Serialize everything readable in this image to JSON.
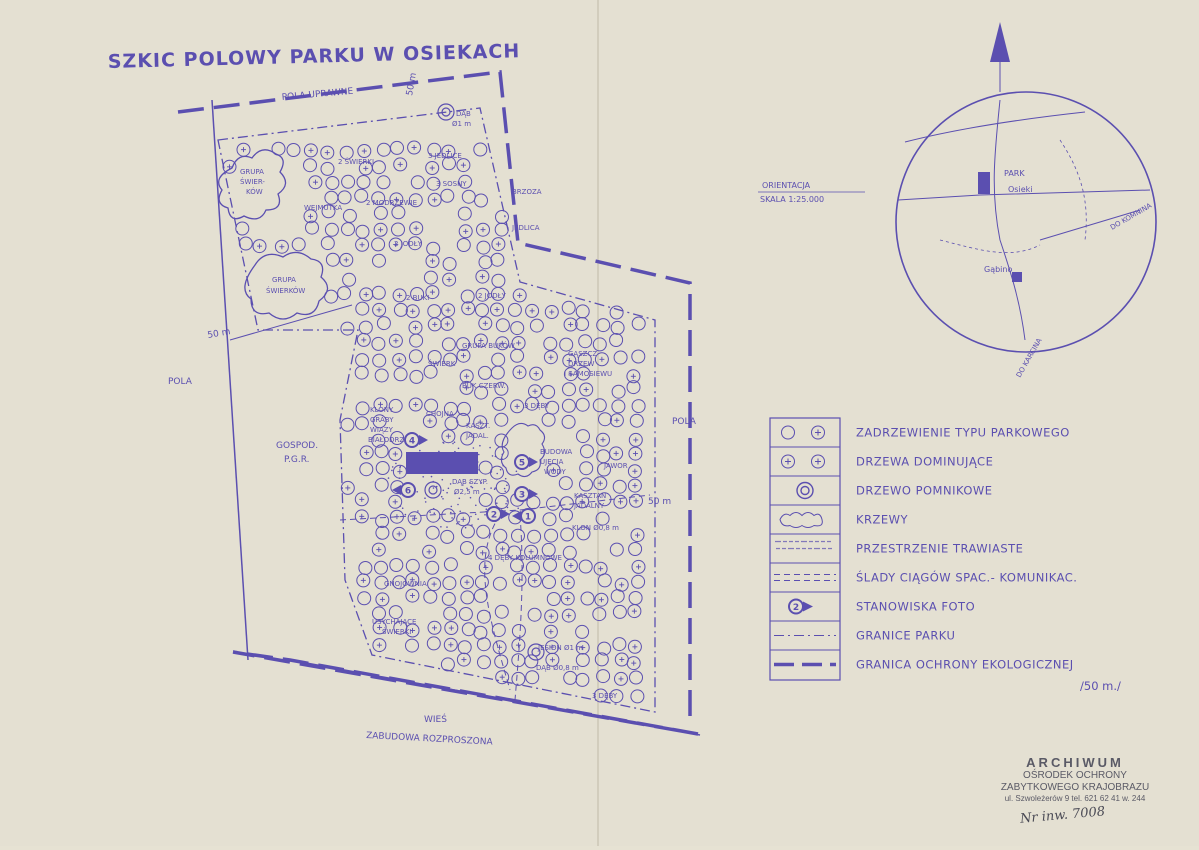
{
  "title": "SZKIC POLOWY PARKU W OSIEKACH",
  "colors": {
    "ink": "#5b4fb0",
    "paper": "#e4e0d2",
    "stamp": "#5a5a66"
  },
  "labels": {
    "pola_uprawne": "POLA UPRAWNE",
    "m50_top": "50 m",
    "m50_left": "50 m",
    "m50_right": "50 m",
    "pola_left": "POLA",
    "pola_right": "POLA",
    "gospod": "GOSPOD.",
    "pgr": "P.G.R.",
    "wies": "WIEŚ",
    "zabudowa": "ZABUDOWA ROZPROSZONA",
    "grupa_swierkow_1a": "GRUPA",
    "grupa_swierkow_1b": "ŚWIER-",
    "grupa_swierkow_1c": "KÓW",
    "grupa_swierkow_2a": "GRUPA",
    "grupa_swierkow_2b": "ŚWIERKÓW",
    "dab": "DĄB",
    "dab_size": "Ø1 m",
    "swierki2": "2 ŚWIERKI",
    "jedlice3": "3 JEDLICE",
    "sosny3": "3 SOSNY",
    "brzoza": "BRZOZA",
    "wejmutka": "WEJMUTKA",
    "modrzewie2": "2 MODRZEWIE",
    "jedlica": "JEDLICA",
    "jodly2a": "2 JODŁY",
    "buki2": "2 BUKI",
    "jodly2b": "2 JODŁY",
    "grupa_bukow": "GRUPA BUKÓW",
    "gaszcz1": "GĄSZCZ",
    "gaszcz2": "DRZEW",
    "gaszcz3": "I SAMOSIEWU",
    "swierk": "ŚWIERK",
    "buk_czerw": "BUK CZERW.",
    "deby3a": "3 DĘBY",
    "klony1": "KLONY",
    "klony2": "GRABY",
    "klony3": "WIĄZY",
    "klony4": "BIAŁODRZ.",
    "chojna": "CHOJNA",
    "kaszt1": "KASZT.",
    "kaszt2": "JADAL.",
    "budowa1": "BUDOWA",
    "budowa2": "UJĘCIA",
    "budowa3": "WODY",
    "jawor": "JAWOR",
    "dab_szyp1": "DĄB SZYP.",
    "dab_szyp2": "Ø2,5 m",
    "kasztan1": "KASZTAN",
    "kasztan2": "JADALNY",
    "klon": "KLON Ø0,8 m",
    "deby4": "4 DĘBY KOLUMNOWE",
    "gnojownia": "GNOJOWNIA",
    "usychajace1": "USYCHAJĄCE",
    "usychajace2": "ŚWIERKI",
    "jesion": "JESION Ø1 m",
    "dab08": "DĄB Ø0,8 m",
    "deby3b": "3 DĘBY"
  },
  "photo_points": [
    "1",
    "2",
    "3",
    "4",
    "5",
    "6"
  ],
  "inset": {
    "orient": "ORIENTACJA",
    "scale": "SKALA 1:25.000",
    "park": "PARK",
    "osieki": "Osieki",
    "gabino": "Gąbino",
    "do_komnina": "DO KOMNINA",
    "do_karcina": "DO KARCINA"
  },
  "legend": [
    "ZADRZEWIENIE TYPU PARKOWEGO",
    "DRZEWA DOMINUJĄCE",
    "DRZEWO POMNIKOWE",
    "KRZEWY",
    "PRZESTRZENIE TRAWIASTE",
    "ŚLADY CIĄGÓW SPAC.- KOMUNIKAC.",
    "STANOWISKA FOTO",
    "GRANICE PARKU",
    "GRANICA OCHRONY EKOLOGICZNEJ"
  ],
  "legend_note": "/50 m./",
  "legend_photo_num": "2",
  "stamp": {
    "line1": "ARCHIWUM",
    "line2": "OŚRODEK OCHRONY",
    "line3": "ZABYTKOWEGO KRAJOBRAZU",
    "line4": "ul. Szwoleżerów 9  tel. 621 62 41 w. 244"
  },
  "handwritten": "Nr inw. 7008"
}
